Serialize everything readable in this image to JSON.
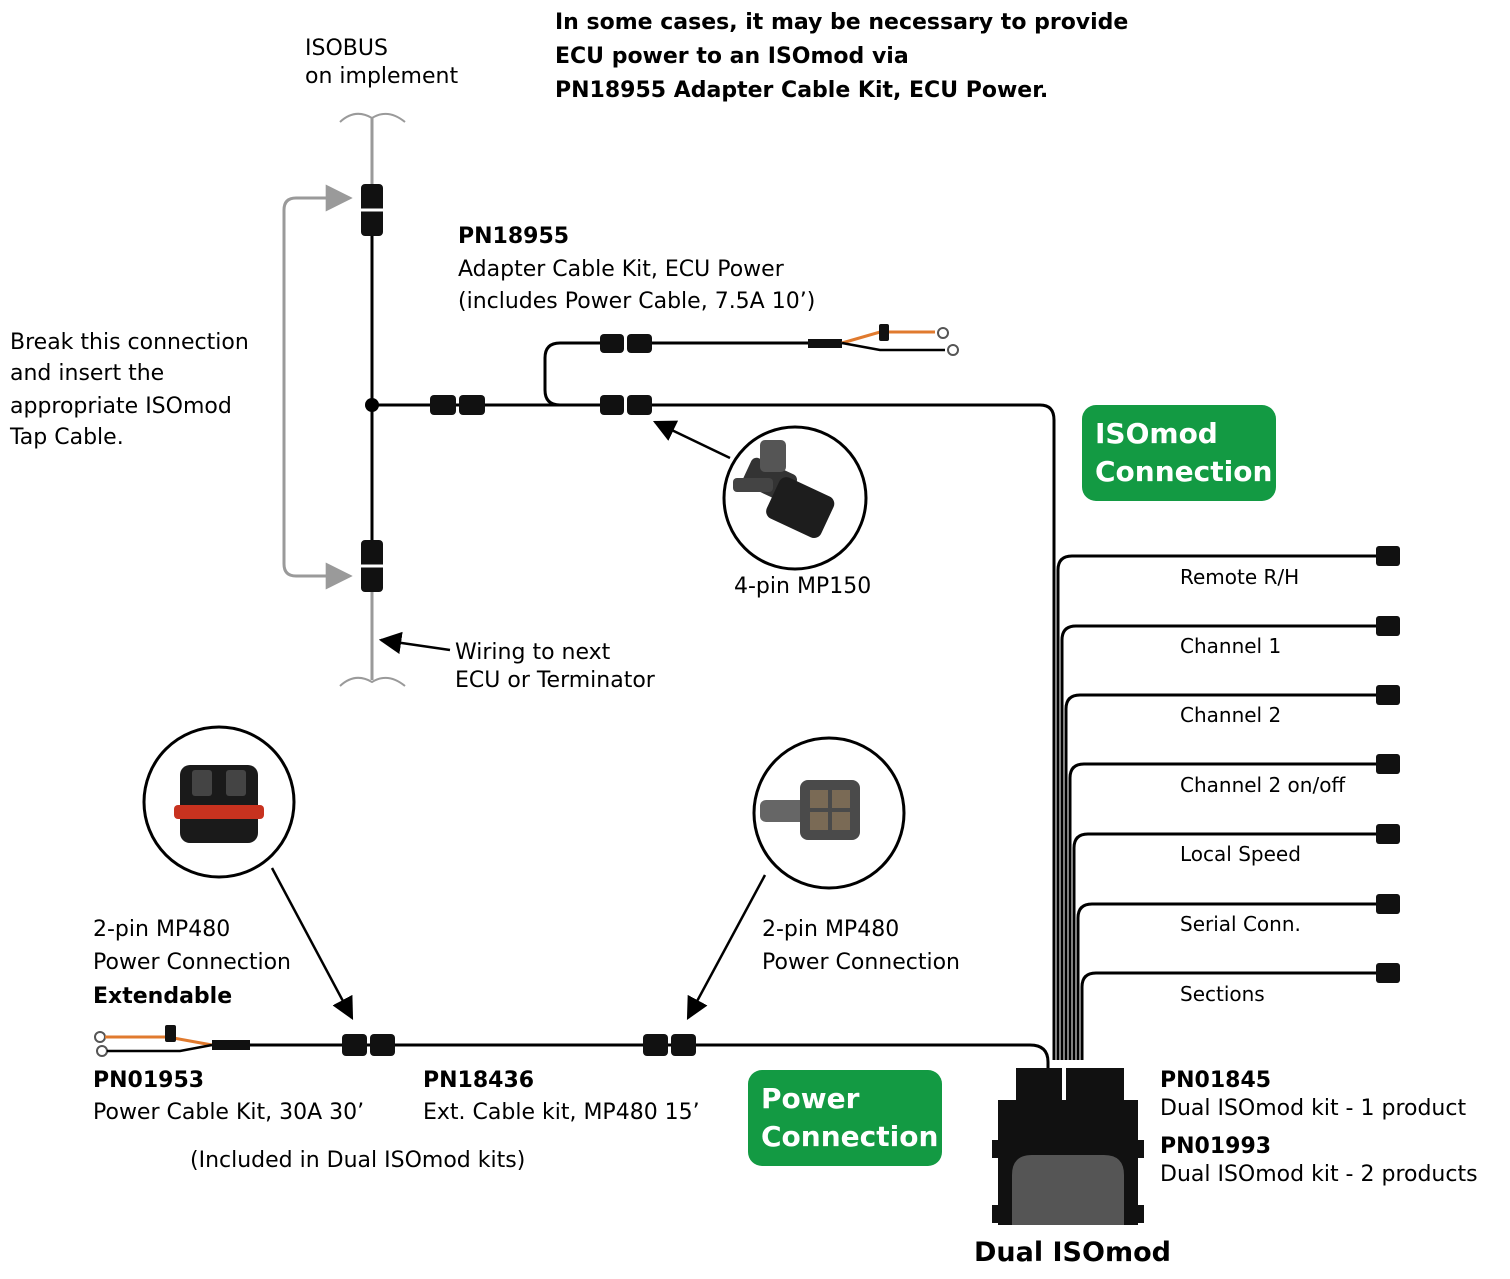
{
  "note": {
    "line1": "In some cases, it may be necessary to provide",
    "line2": "ECU power to an ISOmod via",
    "line3": "PN18955 Adapter Cable Kit, ECU Power."
  },
  "isobus": {
    "line1": "ISOBUS",
    "line2": "on implement"
  },
  "break_note": {
    "line1": "Break this connection",
    "line2": "and insert the",
    "line3": "appropriate ISOmod",
    "line4": "Tap Cable."
  },
  "adapter": {
    "pn": "PN18955",
    "line1": "Adapter Cable Kit, ECU Power",
    "line2": "(includes Power Cable, 7.5A 10’)"
  },
  "mp150_label": "4-pin MP150",
  "wiring_next": {
    "line1": "Wiring to next",
    "line2": "ECU or Terminator"
  },
  "isomod_badge": {
    "line1": "ISOmod",
    "line2": "Connection"
  },
  "branches": [
    "Remote R/H",
    "Channel 1",
    "Channel 2",
    "Channel 2 on/off",
    "Local Speed",
    "Serial Conn.",
    "Sections"
  ],
  "mp480_left": {
    "line1": "2-pin MP480",
    "line2": "Power Connection",
    "line3": "Extendable"
  },
  "mp480_right": {
    "line1": "2-pin MP480",
    "line2": "Power Connection"
  },
  "power_cable": {
    "pn": "PN01953",
    "desc": "Power Cable Kit, 30A 30’"
  },
  "ext_cable": {
    "pn": "PN18436",
    "desc": "Ext. Cable kit, MP480 15’"
  },
  "included_note": "(Included in Dual ISOmod kits)",
  "power_badge": {
    "line1": "Power",
    "line2": "Connection"
  },
  "kit1": {
    "pn": "PN01845",
    "desc": "Dual ISOmod kit - 1 product"
  },
  "kit2": {
    "pn": "PN01993",
    "desc": "Dual ISOmod kit - 2 products"
  },
  "device_title": "Dual ISOmod",
  "colors": {
    "green": "#139a43",
    "wire_gray": "#9a9a9a",
    "orange": "#e07a2e"
  },
  "icons": [
    "mp150-connector-photo",
    "mp480-connector-photo-left",
    "mp480-connector-photo-right",
    "ring-terminal-icon",
    "fuse-icon",
    "isomod-module"
  ]
}
